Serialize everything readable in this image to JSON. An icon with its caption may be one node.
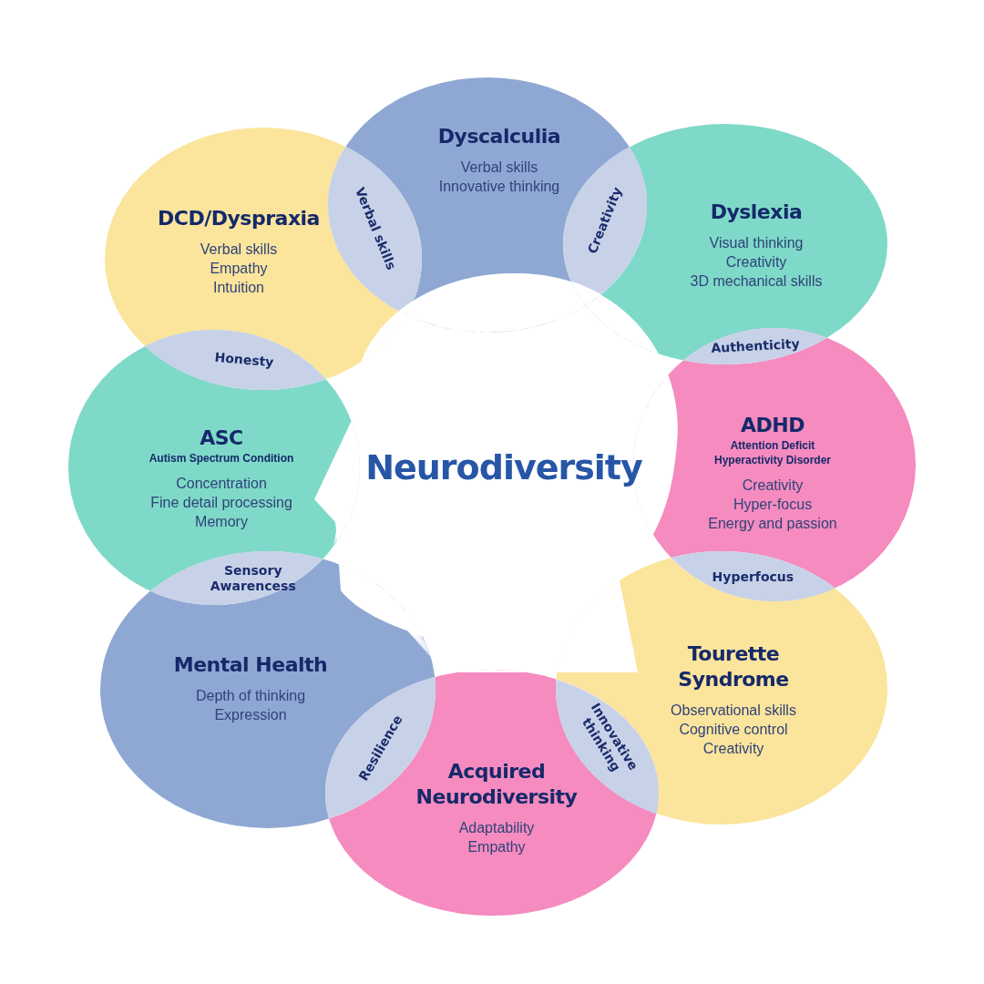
{
  "diagram": {
    "nodes": [
      {
        "text": [
          "Dyscalculia",
          "Verbal skills",
          "Innovative thinking"
        ]
      },
      {
        "text": [
          "DCD/Dyspraxia",
          "Verbal skills",
          "Empathy",
          "Intuition"
        ]
      },
      {
        "text": [
          "Verbal skills"
        ]
      },
      {
        "text": [
          "Creativity"
        ]
      },
      {
        "text": [
          "Dyslexia",
          "Visual thinking",
          "Creativity",
          "3D mechanical skills"
        ]
      },
      {
        "text": [
          "Honesty"
        ]
      },
      {
        "text": [
          "Authenticity"
        ]
      },
      {
        "text": [
          "ASC",
          "Autism Spectrum Condition",
          "Concentration",
          "Fine detail processing",
          "Memory"
        ]
      },
      {
        "text": [
          "Neurodiversity"
        ]
      },
      {
        "text": [
          "ADHD",
          "Attention Deficit Hyperactivity Disorder",
          "Creativity",
          "Hyper-focus",
          "Energy and passion"
        ]
      },
      {
        "text": [
          "Sensory Awarencess"
        ]
      },
      {
        "text": [
          "Hyperfocus"
        ]
      },
      {
        "text": [
          "Mental Health",
          "Depth of thinking",
          "Expression"
        ]
      },
      {
        "text": [
          "Tourette Syndrome",
          "Observational skills",
          "Cognitive control",
          "Creativity"
        ]
      },
      {
        "text": [
          "Resilience"
        ]
      },
      {
        "text": [
          "Innovative thinking"
        ]
      },
      {
        "text": [
          "Acquired Neurodiversity",
          "Adaptability",
          "Empathy"
        ]
      }
    ]
  }
}
